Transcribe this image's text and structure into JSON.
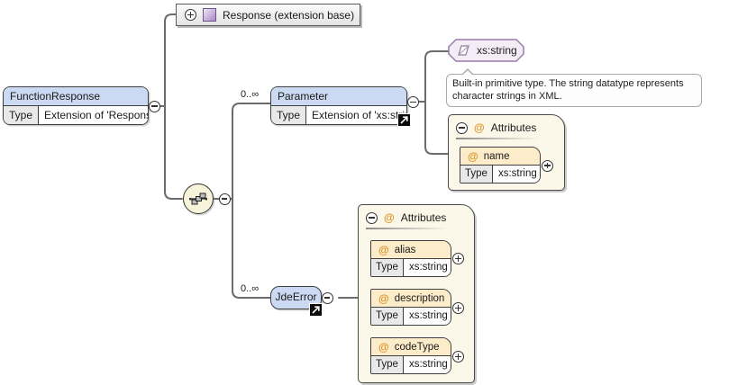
{
  "colors": {
    "element_header": "#cbdaf2",
    "attribute_panel_bg": "#fcf8e9",
    "attribute_header_bg": "#fcecca",
    "simple_type_fill": "#f4ecf7",
    "simple_type_border": "#9b7aae",
    "at_sign_orange": "#de9326",
    "type_cell_gray": "#e9e9e9",
    "wire_gray": "#6b6b6b"
  },
  "icons": {
    "expand": "plus-circle-icon",
    "collapse": "minus-circle-icon",
    "sequence": "sequence-compositor-icon",
    "complex_type": "complex-type-icon",
    "simple_type": "simple-type-icon",
    "attribute": "at-sign-icon",
    "goto_definition": "goto-definition-arrow-icon"
  },
  "function_response": {
    "name": "FunctionResponse",
    "type_label": "Type",
    "type_value": "Extension of 'Response'"
  },
  "response_base": {
    "label": "Response (extension base)"
  },
  "parameter": {
    "occurrence": "0..∞",
    "name": "Parameter",
    "type_label": "Type",
    "type_value": "Extension of 'xs:string'"
  },
  "xs_string": {
    "label": "xs:string",
    "tooltip": "Built-in primitive type. The string datatype represents character strings in XML."
  },
  "parameter_attributes": {
    "title": "Attributes",
    "at": "@",
    "attrs": [
      {
        "at": "@",
        "name": "name",
        "type_label": "Type",
        "type_value": "xs:string"
      }
    ]
  },
  "jde_error": {
    "occurrence": "0..∞",
    "name": "JdeError"
  },
  "jde_error_attributes": {
    "title": "Attributes",
    "at": "@",
    "attrs": [
      {
        "at": "@",
        "name": "alias",
        "type_label": "Type",
        "type_value": "xs:string"
      },
      {
        "at": "@",
        "name": "description",
        "type_label": "Type",
        "type_value": "xs:string"
      },
      {
        "at": "@",
        "name": "codeType",
        "type_label": "Type",
        "type_value": "xs:string"
      }
    ]
  }
}
